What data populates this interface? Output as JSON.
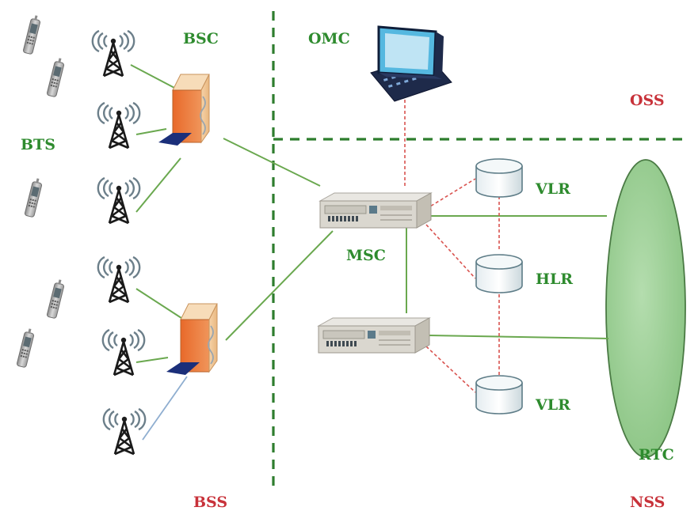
{
  "labels": {
    "bsc": "BSC",
    "omc": "OMC",
    "oss": "OSS",
    "bts": "BTS",
    "msc": "MSC",
    "vlr_top": "VLR",
    "hlr": "HLR",
    "vlr_bottom": "VLR",
    "rtc": "RTC",
    "bss": "BSS",
    "nss": "NSS"
  },
  "colors": {
    "label_green": "#2e8b2e",
    "zone_red": "#c8323a",
    "zone_divider": "#2e7d2e",
    "link_solid": "#6aa84f",
    "link_dashed": "#d9534f",
    "network_fill": "#9fd19a"
  },
  "icons": [
    "mobile-phone-icon",
    "antenna-tower-icon",
    "bsc-cabinet-icon",
    "computer-terminal-icon",
    "switch-rack-icon",
    "database-cylinder-icon"
  ]
}
